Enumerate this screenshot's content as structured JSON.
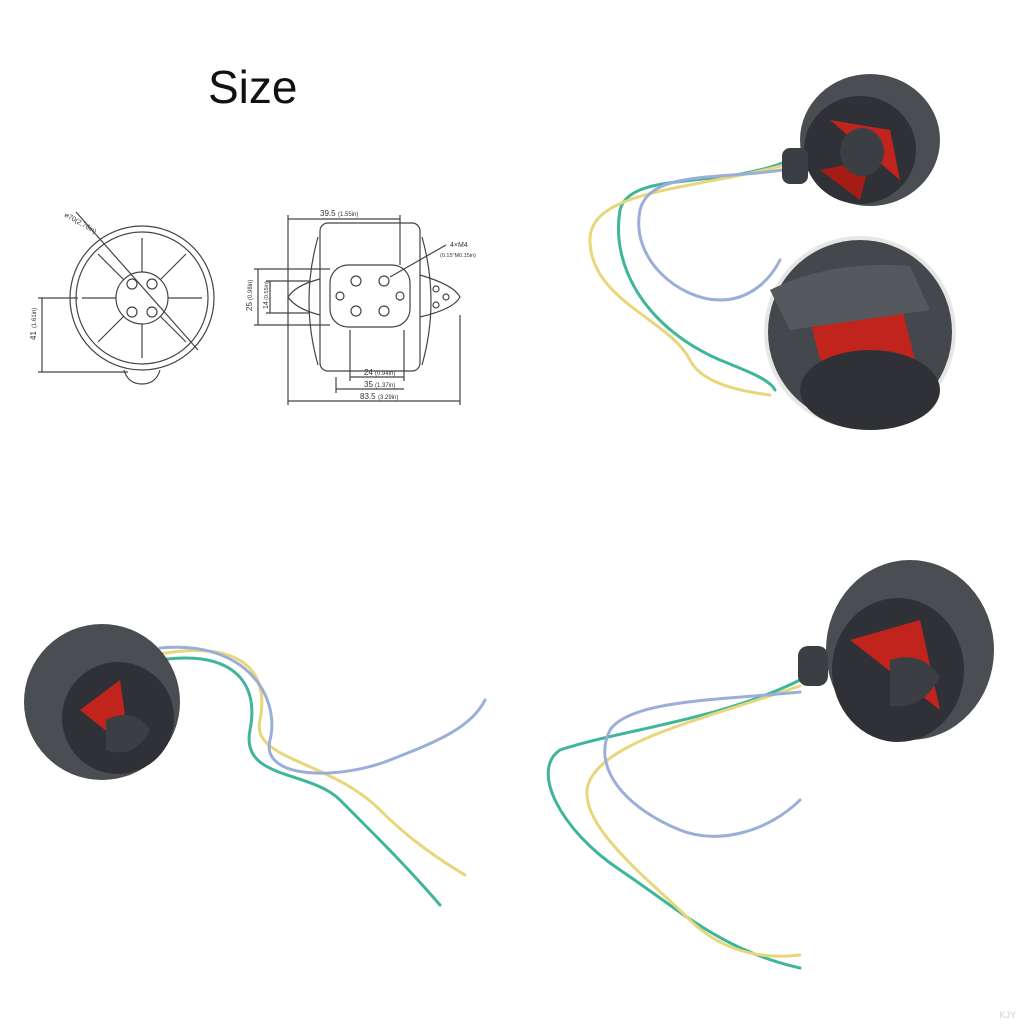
{
  "title": "Size",
  "drawing": {
    "front_dims": {
      "diameter": "⌀70(2.76in)",
      "height_value": "41",
      "height_unit": "(1.61in)"
    },
    "side_dims": {
      "top_width_value": "39.5",
      "top_width_unit": "(1.55in)",
      "screw_label": "4×M4",
      "screw_sub": "(0.15\"M0.15in)",
      "outer_spacing_value": "25",
      "outer_spacing_unit": "(0.98in)",
      "inner_spacing_value": "14",
      "inner_spacing_unit": "(0.55in)",
      "bottom_a_value": "24",
      "bottom_a_unit": "(0.94in)",
      "bottom_b_value": "35",
      "bottom_b_unit": "(1.37in)",
      "total_length_value": "83.5",
      "total_length_unit": "(3.29in)"
    }
  },
  "colors": {
    "housing": "#4a4d52",
    "housing_dark": "#2f3136",
    "blade_red": "#c0241c",
    "wire_blue": "#9aaed8",
    "wire_yellow": "#e8d77a",
    "wire_green": "#3fb59a"
  },
  "watermark": "KJY"
}
